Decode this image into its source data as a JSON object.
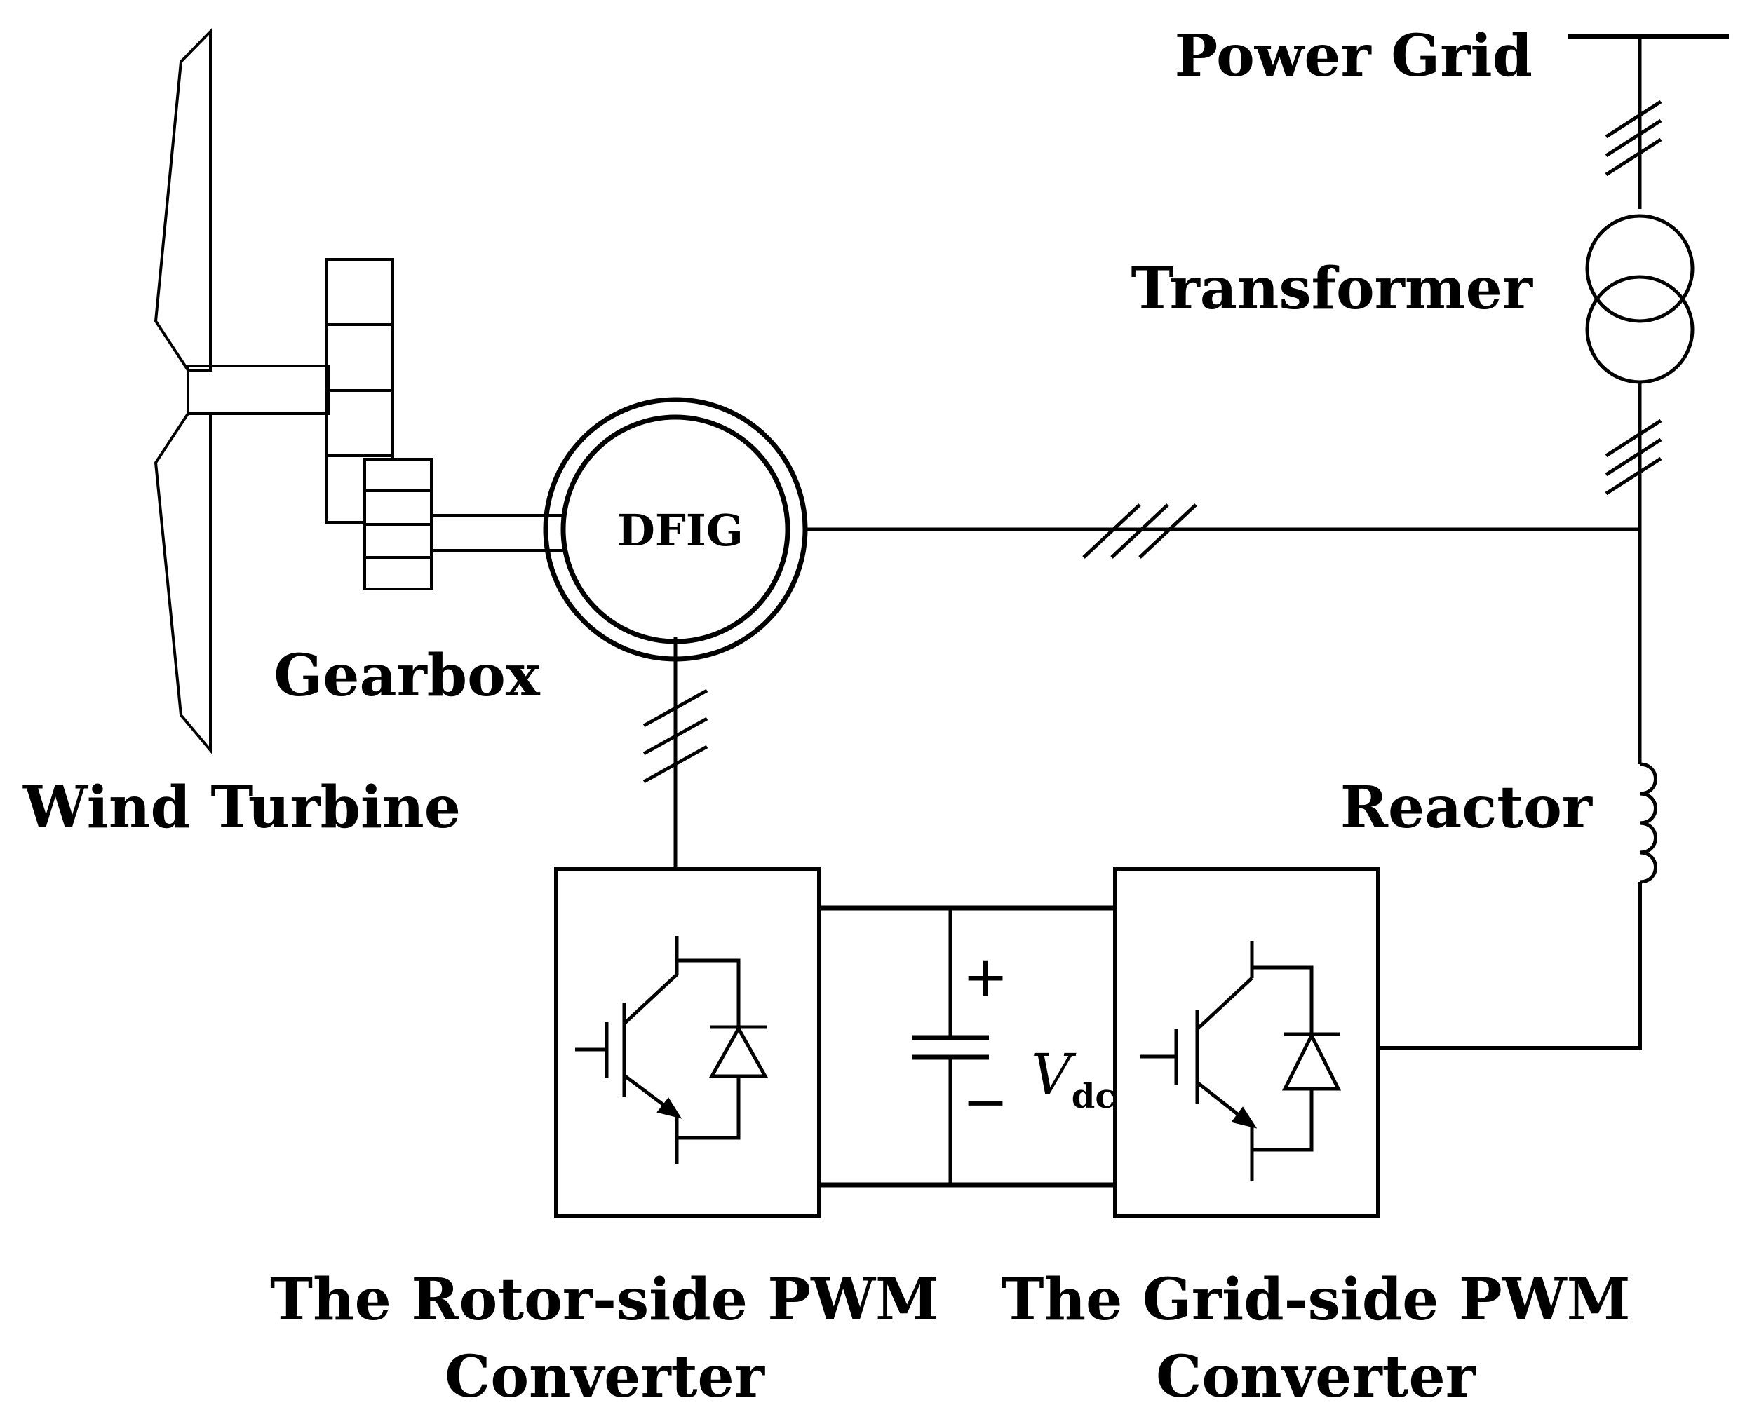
{
  "labels": {
    "power_grid": "Power Grid",
    "transformer": "Transformer",
    "dfig": "DFIG",
    "gearbox": "Gearbox",
    "wind_turbine": "Wind Turbine",
    "reactor": "Reactor",
    "vdc_symbol": "V",
    "vdc_subscript": "dc",
    "plus": "+",
    "minus": "−",
    "rotor_converter_line1": "The Rotor-side PWM",
    "rotor_converter_line2": "Converter",
    "grid_converter_line1": "The Grid-side PWM",
    "grid_converter_line2": "Converter"
  },
  "colors": {
    "line": "#000000",
    "background": "#ffffff"
  }
}
